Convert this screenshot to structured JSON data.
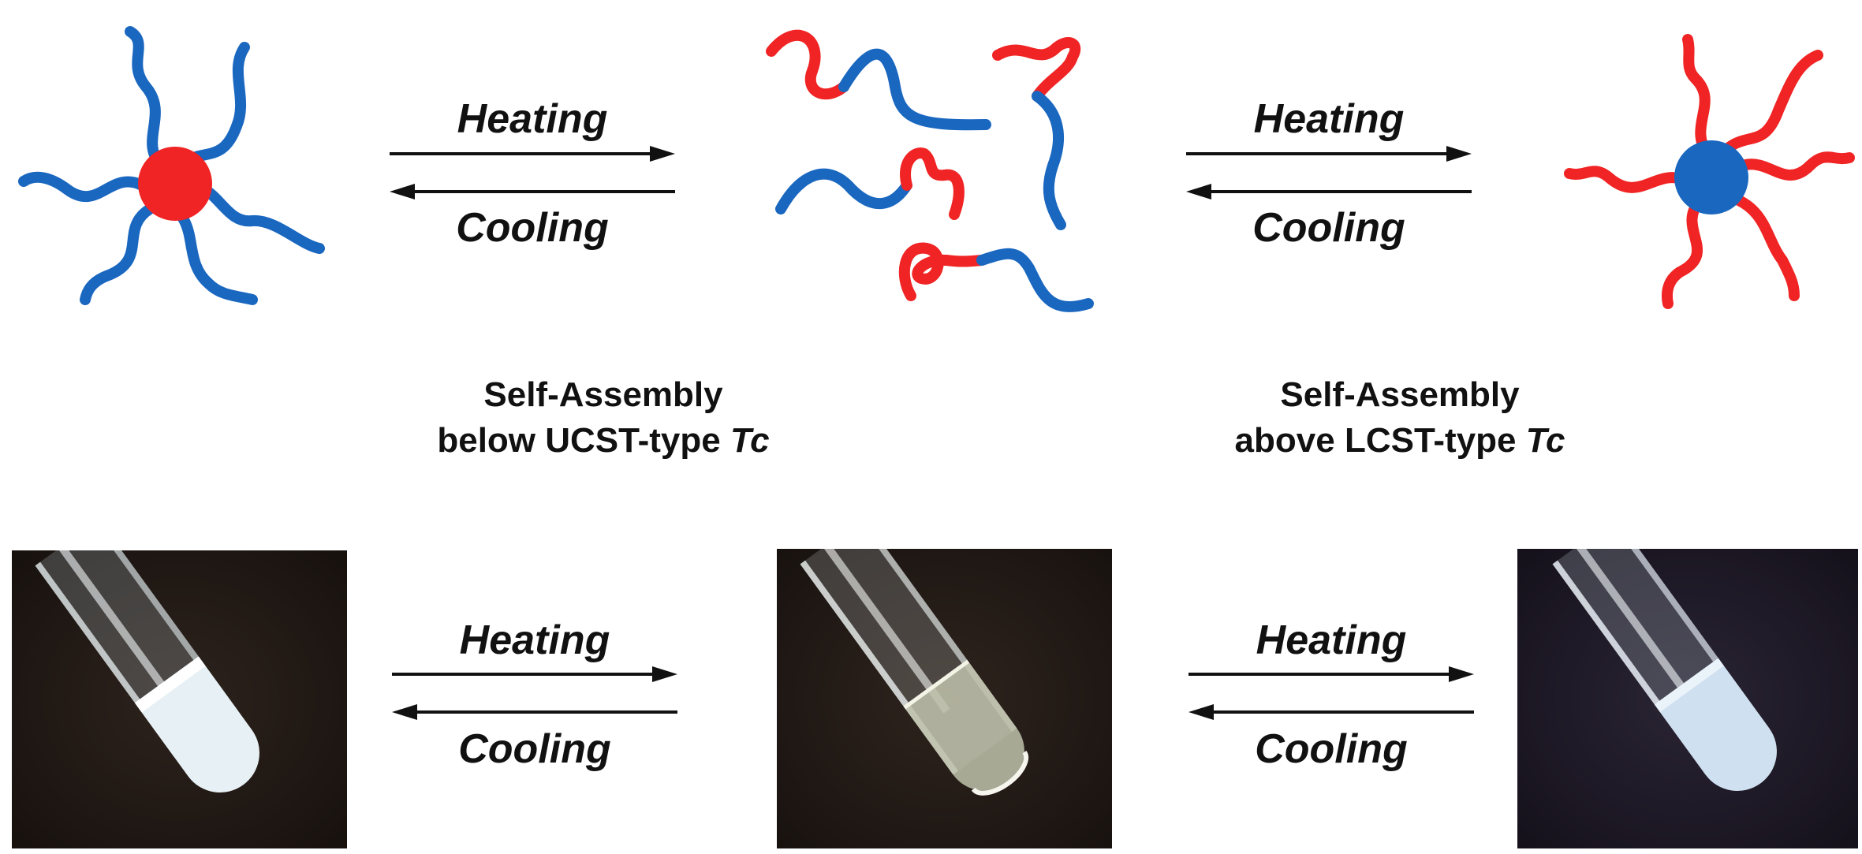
{
  "colors": {
    "blue_block": "#1a67c0",
    "red_block": "#f02424",
    "arrow": "#111111",
    "photo_bg": "#231b17"
  },
  "arrows": [
    {
      "forward": "Heating",
      "reverse": "Cooling"
    },
    {
      "forward": "Heating",
      "reverse": "Cooling"
    },
    {
      "forward": "Heating",
      "reverse": "Cooling"
    },
    {
      "forward": "Heating",
      "reverse": "Cooling"
    }
  ],
  "captions": {
    "left": {
      "line1": "Self-Assembly",
      "line2_prefix": "below UCST-type ",
      "line2_symbol": "Tc"
    },
    "right": {
      "line1": "Self-Assembly",
      "line2_prefix": "above LCST-type ",
      "line2_symbol": "Tc"
    }
  },
  "photos": [
    {
      "state": "turbid"
    },
    {
      "state": "clear"
    },
    {
      "state": "turbid"
    }
  ]
}
